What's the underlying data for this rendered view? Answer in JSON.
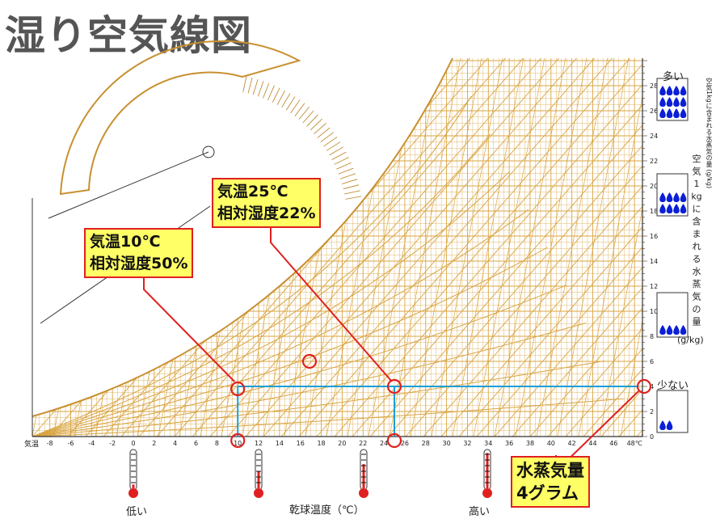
{
  "title": "湿り空気線図",
  "chart_data": {
    "type": "psychrometric",
    "title": "湿り空気線図",
    "xlabel": "乾球温度（℃）",
    "x_axis_prefix": "気温",
    "x_ticks": [
      -8,
      -6,
      -4,
      -2,
      0,
      2,
      4,
      6,
      8,
      10,
      12,
      14,
      16,
      18,
      20,
      22,
      24,
      26,
      28,
      30,
      32,
      34,
      36,
      38,
      40,
      42,
      44,
      46,
      48
    ],
    "x_unit": "℃",
    "xlim": [
      -9,
      48
    ],
    "ylabel": "空気1kgに含まれる水蒸気の量 (g/kg)",
    "y_ticks": [
      0,
      2,
      4,
      6,
      8,
      10,
      12,
      14,
      16,
      18,
      20,
      22,
      24,
      26,
      28
    ],
    "ylim": [
      0,
      30
    ],
    "x_low_label": "低い",
    "x_high_label": "高い",
    "y_high_label": "多い",
    "y_low_label": "少ない",
    "points": [
      {
        "temp": 10,
        "rh": 50,
        "humidity_g_per_kg": 4
      },
      {
        "temp": 25,
        "rh": 22,
        "humidity_g_per_kg": 4
      }
    ],
    "drop_levels": [
      {
        "drops": 12,
        "humidity": 27
      },
      {
        "drops": 8,
        "humidity": 19
      },
      {
        "drops": 4,
        "humidity": 9
      },
      {
        "drops": 2,
        "humidity": 2
      }
    ]
  },
  "callouts": {
    "a": "気温10℃\n相対湿度50%",
    "b": "気温25℃\n相対湿度22%",
    "c": "水蒸気量\n4グラム"
  },
  "right_label_lines": [
    "空",
    "気",
    "1",
    "kg",
    "に",
    "含",
    "ま",
    "れ",
    "る",
    "水",
    "蒸",
    "気",
    "の",
    "量"
  ],
  "right_unit": "(g/kg)",
  "colors": {
    "grid": "#d9a441",
    "callout_bg": "#ffff66",
    "callout_border": "#e02020",
    "marker": "#e02020",
    "guide": "#1aa0d8",
    "drop": "#0a1fd6"
  }
}
